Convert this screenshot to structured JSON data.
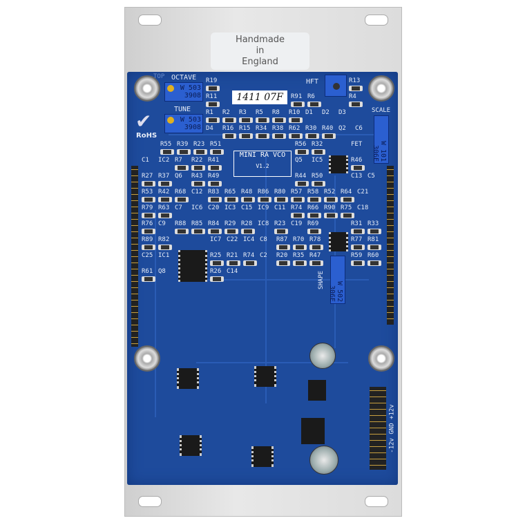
{
  "sticker": {
    "line1": "Handmade",
    "line2": "in",
    "line3": "England"
  },
  "handwritten_label": "1411 07F",
  "module_title": "MINI RA VCO",
  "version": "V1.2",
  "rohs": "RoHS",
  "pots": {
    "octave": {
      "label": "OCTAVE",
      "marking": "W 503",
      "code": "3908"
    },
    "tune": {
      "label": "TUNE",
      "marking": "W 503",
      "code": "3908"
    },
    "hft": {
      "label": "HFT"
    },
    "scale": {
      "label": "SCALE",
      "marking": "W 101",
      "code": "306E"
    },
    "shape": {
      "label": "SHAPE",
      "marking": "W 502",
      "code": "306E"
    }
  },
  "top_label": "TOP",
  "power_label": "-12v GND +12v",
  "components": [
    "R19",
    "R13",
    "R11",
    "R91",
    "R6",
    "R4",
    "R1",
    "R2",
    "R3",
    "R5",
    "R8",
    "R10",
    "D1",
    "D2",
    "D3",
    "D4",
    "R16",
    "R15",
    "R34",
    "R38",
    "R62",
    "R30",
    "R40",
    "Q2",
    "C6",
    "R55",
    "R39",
    "R23",
    "R51",
    "R56",
    "R32",
    "FET",
    "C1",
    "IC2",
    "R7",
    "R22",
    "R41",
    "Q5",
    "IC5",
    "R46",
    "R27",
    "R37",
    "Q6",
    "R43",
    "R49",
    "R44",
    "R50",
    "C13",
    "C5",
    "R53",
    "R42",
    "R68",
    "C12",
    "R83",
    "R65",
    "R48",
    "R86",
    "R80",
    "R57",
    "R58",
    "R52",
    "R64",
    "C21",
    "R79",
    "R63",
    "C7",
    "IC6",
    "C20",
    "IC3",
    "C15",
    "IC9",
    "C11",
    "R74",
    "R66",
    "R90",
    "R75",
    "C18",
    "R76",
    "C9",
    "R88",
    "R85",
    "R84",
    "R29",
    "R28",
    "IC8",
    "R23",
    "C19",
    "R69",
    "R31",
    "R33",
    "R89",
    "R82",
    "IC7",
    "C22",
    "IC4",
    "C8",
    "R87",
    "R70",
    "R78",
    "R77",
    "R81",
    "C25",
    "IC1",
    "R25",
    "R21",
    "R74",
    "C2",
    "R20",
    "R35",
    "R47",
    "R59",
    "R60",
    "R61",
    "Q8",
    "R26",
    "C14"
  ]
}
